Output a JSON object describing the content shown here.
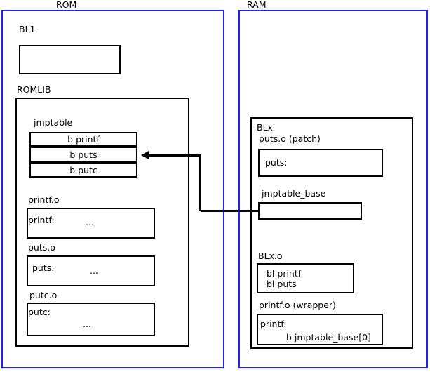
{
  "diagram": {
    "regions": [
      {
        "id": "rom",
        "label": "ROM"
      },
      {
        "id": "ram",
        "label": "RAM"
      }
    ],
    "rom": {
      "bl1": {
        "label": "BL1",
        "body": ""
      },
      "romlib": {
        "label": "ROMLIB",
        "jmptable": {
          "label": "jmptable",
          "rows": [
            "b printf",
            "b puts",
            "b putc"
          ]
        },
        "objects": [
          {
            "label": "printf.o",
            "symbol": "printf:",
            "body": "..."
          },
          {
            "label": "puts.o",
            "symbol": "puts:",
            "body": "..."
          },
          {
            "label": "putc.o",
            "symbol": "putc:",
            "body": "..."
          }
        ]
      }
    },
    "ram": {
      "blx": {
        "label": "BLx",
        "puts_patch": {
          "label": "puts.o (patch)",
          "symbol": "puts:"
        },
        "jmptable_base": {
          "label": "jmptable_base",
          "body": ""
        },
        "blx_o": {
          "label": "BLx.o",
          "line1": "bl printf",
          "line2": "bl puts"
        },
        "printf_wrapper": {
          "label": "printf.o (wrapper)",
          "symbol": "printf:",
          "instruction": "b jmptable_base[0]"
        }
      }
    },
    "connector": {
      "name": "jmptable-base-to-b-puts-arrow",
      "from": "jmptable_base",
      "to": "b puts"
    },
    "colors": {
      "region_border": "#2020ee",
      "box_border": "#000000",
      "background": "#ffffff",
      "text": "#000000"
    }
  }
}
